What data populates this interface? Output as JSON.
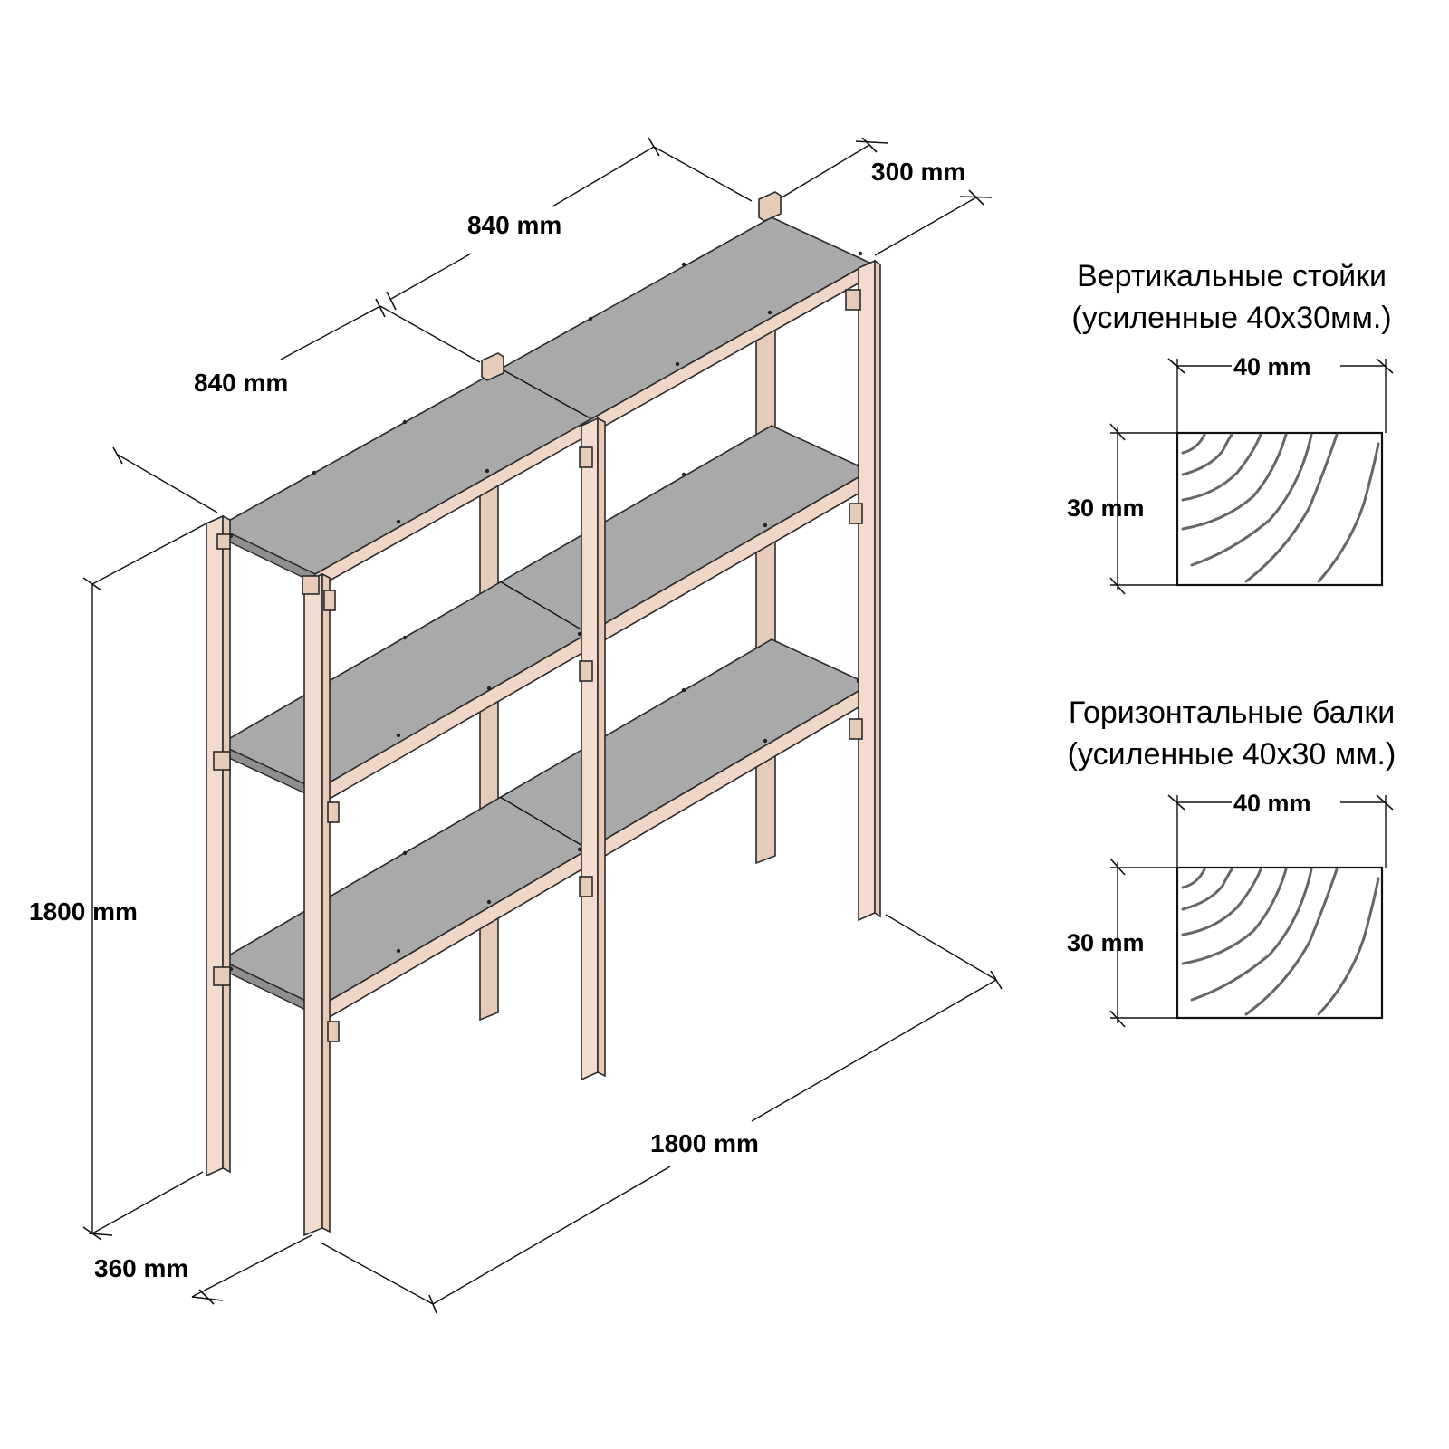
{
  "dimensions": {
    "top_depth": "300 mm",
    "top_back_width": "840 mm",
    "top_front_width": "840 mm",
    "height": "1800 mm",
    "bottom_depth": "360 mm",
    "total_width": "1800 mm"
  },
  "legend_posts": {
    "title_line1": "Вертикальные стойки",
    "title_line2": "(усиленные 40x30мм.)",
    "width_label": "40 mm",
    "height_label": "30 mm"
  },
  "legend_beams": {
    "title_line1": "Горизонтальные балки",
    "title_line2": "(усиленные 40x30 мм.)",
    "width_label": "40 mm",
    "height_label": "30 mm"
  },
  "colors": {
    "wood": "#e7cbb9",
    "shelf": "#a9a9a9",
    "line": "#111111"
  }
}
